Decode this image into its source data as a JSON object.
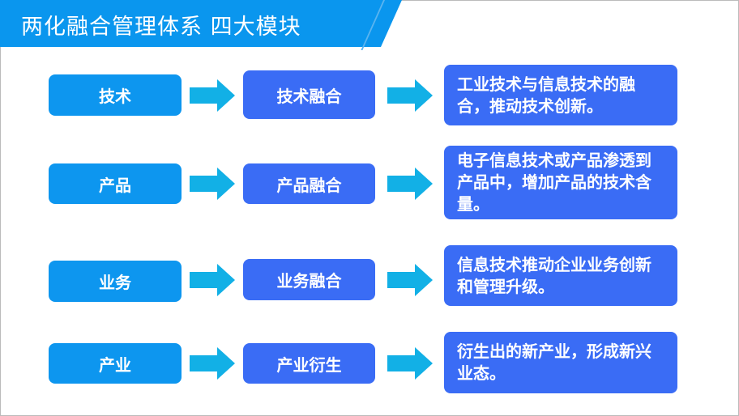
{
  "title": "两化融合管理体系  四大模块",
  "colors": {
    "header": "#0a96ee",
    "left_box": "#0d96ef",
    "middle_box": "#3a6cf5",
    "arrow": "#12b0e6"
  },
  "rows": [
    {
      "category": "技术",
      "fusion": "技术融合",
      "description": "工业技术与信息技术的融合，推动技术创新。"
    },
    {
      "category": "产品",
      "fusion": "产品融合",
      "description": "电子信息技术或产品渗透到产品中，增加产品的技术含量。"
    },
    {
      "category": "业务",
      "fusion": "业务融合",
      "description": "信息技术推动企业业务创新和管理升级。"
    },
    {
      "category": "产业",
      "fusion": "产业衍生",
      "description": "衍生出的新产业，形成新兴业态。"
    }
  ]
}
